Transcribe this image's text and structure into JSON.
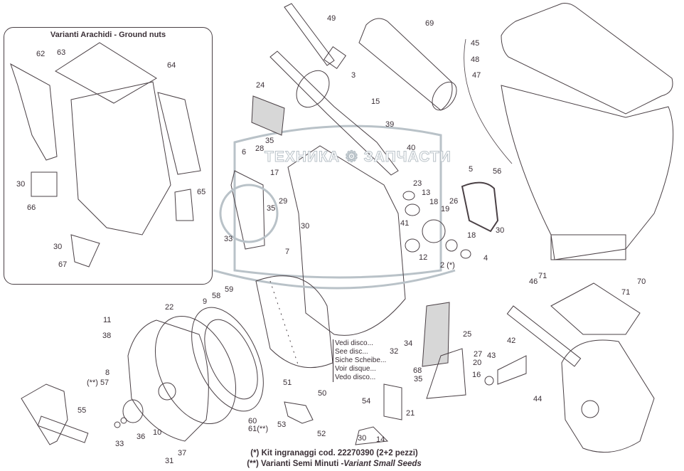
{
  "diagram": {
    "type": "exploded-parts-diagram",
    "inset": {
      "title": "Varianti Arachidi - Ground nuts",
      "labels": [
        "62",
        "63",
        "64",
        "30",
        "66",
        "65",
        "30",
        "67"
      ]
    },
    "part_labels": [
      "49",
      "69",
      "3",
      "15",
      "24",
      "35",
      "28",
      "6",
      "39",
      "40",
      "17",
      "45",
      "48",
      "47",
      "56",
      "5",
      "23",
      "13",
      "18",
      "19",
      "26",
      "29",
      "35",
      "41",
      "30",
      "33",
      "30",
      "7",
      "12",
      "18",
      "2 (*)",
      "4",
      "71",
      "46",
      "71",
      "70",
      "11",
      "22",
      "9",
      "58",
      "59",
      "38",
      "8",
      "(**) 57",
      "25",
      "34",
      "32",
      "27",
      "43",
      "42",
      "20",
      "68",
      "35",
      "16",
      "44",
      "55",
      "51",
      "50",
      "53",
      "52",
      "54",
      "21",
      "33",
      "36",
      "10",
      "37",
      "31",
      "30",
      "14",
      "60",
      "61(**)"
    ],
    "disc_reference": [
      "Vedi  disco...",
      "See disc...",
      "Siche Scheibe...",
      "Voir disque...",
      "Vedo disco..."
    ],
    "watermark": {
      "left": "ТЕХНИКА",
      "right": "ЗАПЧАСТИ",
      "icon": "gear-icon"
    },
    "notes": {
      "kit": "(*) Kit ingranaggi cod. 22270390 (2+2 pezzi)",
      "variant_prefix": "(**) Varianti Semi Minuti -",
      "variant_italic": "Variant Small Seeds"
    }
  }
}
